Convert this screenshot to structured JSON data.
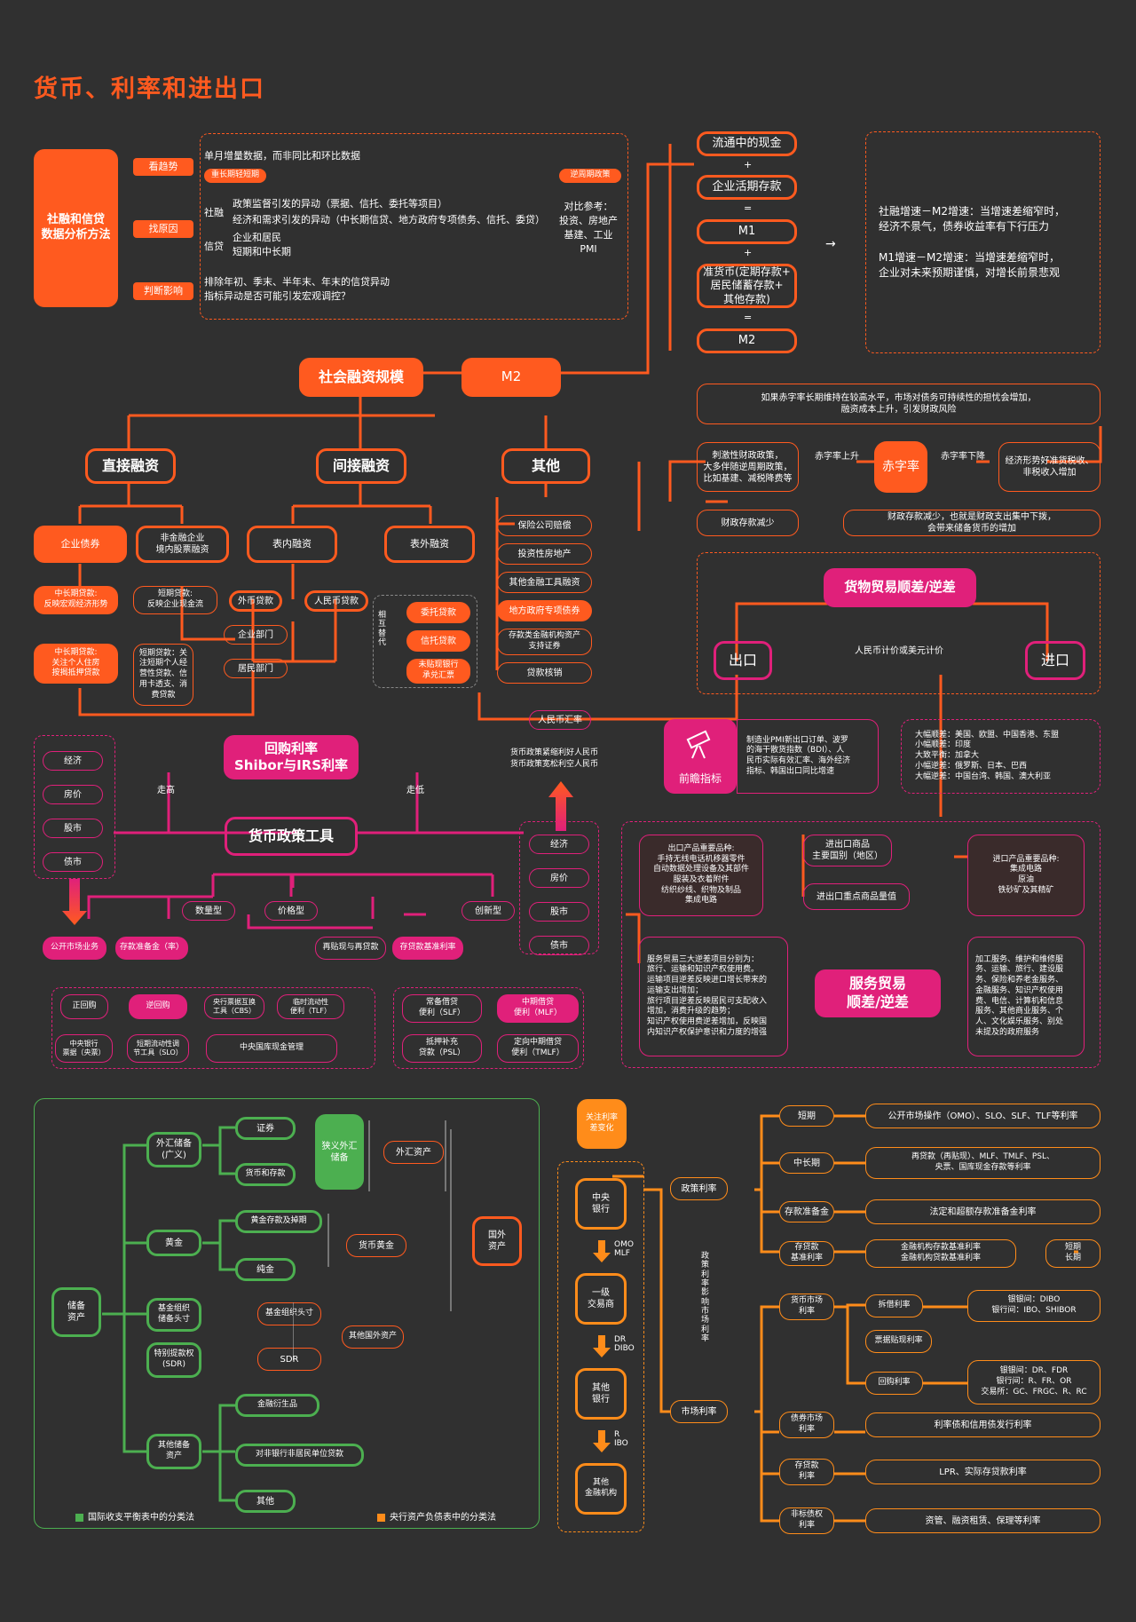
{
  "title": "货币、利率和进出口",
  "colors": {
    "orange": "#ff5a1f",
    "pink": "#e0207a",
    "green": "#4caf50",
    "amber": "#ff8c1a",
    "background": "#303030"
  },
  "credit": {
    "method": "社融和信贷\n数据分析方法",
    "trend": "看趋势",
    "cause": "找原因",
    "impact": "判断影响",
    "trend_text": "单月增量数据，而非同比和环比数据",
    "tag_long": "重长期轻短期",
    "tag_counter": "逆周期政策",
    "she_rong": "社融",
    "xin_dai": "信贷",
    "cause_text1": "政策监督引发的异动（票据、信托、委托等项目）",
    "cause_text2": "经济和需求引发的异动（中长期信贷、地方政府专项债务、信托、委贷）",
    "cause_text3": "企业和居民\n短期和中长期",
    "compare": "对比参考：\n投资、房地产\n基建、工业\nPMI",
    "impact_text": "排除年初、季末、半年末、年末的信贷异动\n指标异动是否可能引发宏观调控？"
  },
  "m2": {
    "cash": "流通中的现金",
    "plus1": "+",
    "demand": "企业活期存款",
    "eq1": "=",
    "m1": "M1",
    "plus2": "+",
    "quasi": "准货币(定期存款+\n居民储蓄存款+\n其他存款)",
    "eq2": "=",
    "m2": "M2",
    "arrow": "→",
    "note1": "社融增速－M2增速：当增速差缩窄时，\n经济不景气，债券收益率有下行压力",
    "note2": "M1增速－M2增速：当增速差缩窄时，\n企业对未来预期谨慎，对增长前景悲观"
  },
  "social": {
    "root": "社会融资规模",
    "m2node": "M2",
    "direct": "直接融资",
    "indirect": "间接融资",
    "other": "其他",
    "corp_bond": "企业债券",
    "equity": "非金融企业\n境内股票融资",
    "on_bs": "表内融资",
    "off_bs": "表外融资",
    "mid_long_a": "中长期贷款:\n反映宏观经济形势",
    "short_a": "短期贷款:\n反映企业现金流",
    "fx_loan": "外币贷款",
    "rmb_loan": "人民币贷款",
    "enterprise": "企业部门",
    "household": "居民部门",
    "mid_long_b": "中长期贷款:\n关注个人住房\n按揭抵押贷款",
    "short_b": "短期贷款：关\n注短期个人经\n营性贷款、信\n用卡透支、消\n费贷款",
    "mutual": "相互替代",
    "entrusted": "委托贷款",
    "trust": "信托贷款",
    "bill": "未贴现银行\n承兑汇票",
    "others": [
      "保险公司赔偿",
      "投资性房地产",
      "其他金融工具融资",
      "地方政府专项债券",
      "存款类金融机构资产\n支持证券",
      "贷款核销"
    ]
  },
  "deficit": {
    "top": "如果赤字率长期维持在较高水平，市场对债务可持续性的担忧会增加，\n融资成本上升，引发财政风险",
    "stim": "刺激性财政政策，\n大多伴随逆周期政策，\n比如基建、减税降费等",
    "rise": "赤字率上升",
    "center": "赤字率",
    "fall": "赤字率下降",
    "good": "经济形势好准货税收、\n非税收入增加",
    "fiscal_dep": "财政存款减少",
    "fiscal_note": "财政存款减少，也就是财政支出集中下拨，\n会带来储备货币的增加"
  },
  "trade": {
    "title": "货物贸易顺差/逆差",
    "export": "出口",
    "import": "进口",
    "pricing": "人民币计价或美元计价",
    "leading": "前瞻指标",
    "leading_text": "制造业PMI新出口订单、波罗\n的海干散货指数（BDI）、人\n民币实际有效汇率、海外经济\n指标、韩国出口同比增速",
    "partners": "大幅顺差：美国、欧盟、中国香港、东盟\n小幅顺差：印度\n大致平衡：加拿大\n小幅逆差：俄罗斯、日本、巴西\n大幅逆差：中国台湾、韩国、澳大利亚",
    "rmb_rate": "人民币汇率",
    "rmb_note": "货币政策紧缩利好人民币\n货币政策宽松利空人民币",
    "export_goods": "出口产品重要品种:\n手持无线电话机移器零件\n自动数据处理设备及其部件\n服装及衣着附件\n纺织纱线、织物及制品\n集成电路",
    "main_goods": "进出口商品\n主要国别（地区）",
    "key_value": "进出口重点商品量值",
    "import_goods": "进口产品重要品种:\n集成电路\n原油\n铁砂矿及其精矿",
    "service_note": "服务贸易三大逆差项目分别为：\n旅行、运输和知识产权使用费。\n运输项目逆差反映进口增长带来的\n运输支出增加；\n旅行项目逆差反映居民可支配收入\n增加，消费升级的趋势；\n知识产权使用费逆差增加，反映国\n内知识产权保护意识和力度的增强",
    "service": "服务贸易\n顺差/逆差",
    "service_items": "加工服务、维护和维修服\n务、运输、旅行、建设服\n务、保险和养老金服务、\n金融服务、知识产权使用\n费、电信、计算机和信息\n服务、其他商业服务、个\n人、文化娱乐服务、别处\n未提及的政府服务"
  },
  "policy": {
    "repo": "回购利率\nShibor与IRS利率",
    "tools": "货币政策工具",
    "left_items": [
      "经济",
      "房价",
      "股市",
      "债市"
    ],
    "right_items": [
      "经济",
      "房价",
      "股市",
      "债市"
    ],
    "walk_high": "走高",
    "walk_low": "走低",
    "quantity": "数量型",
    "price": "价格型",
    "innovative": "创新型",
    "omo": "公开市场业务",
    "rrr": "存款准备金（率）",
    "rediscount": "再贴现与再贷款",
    "benchmark": "存贷款基准利率",
    "left_box": [
      "正回购",
      "逆回购",
      "央行票据互换\n工具（CBS）",
      "临时流动性\n便利（TLF）",
      "中央银行\n票据（央票）",
      "短期流动性调\n节工具（SLO）",
      "中央国库现金管理"
    ],
    "right_box": [
      "常备借贷\n便利（SLF）",
      "中期借贷\n便利（MLF）",
      "抵押补充\n贷款（PSL）",
      "定向中期借贷\n便利（TMLF）"
    ]
  },
  "reserves": {
    "root": "储备\n资产",
    "fx": "外汇储备\n(广义)",
    "securities": "证券",
    "deposits": "货币和存款",
    "narrow": "狭义外汇\n储备",
    "fx_assets": "外汇资产",
    "gold": "黄金",
    "gold_dep": "黄金存款及掉期",
    "pure_gold": "纯金",
    "mon_gold": "货币黄金",
    "fund_pos": "基金组织\n储备头寸",
    "sdr_full": "特别提款权\n(SDR)",
    "fund_pos2": "基金组织头寸",
    "sdr": "SDR",
    "other_fx": "其他国外资产",
    "foreign": "国外\n资产",
    "other": "其他储备\n资产",
    "derivatives": "金融衍生品",
    "loans": "对非银行非居民单位贷款",
    "others": "其他",
    "legend_green": "国际收支平衡表中的分类法",
    "legend_orange": "央行资产负债表中的分类法"
  },
  "rates": {
    "focus": "关注利率\n差变化",
    "chain": [
      "中央\n银行",
      "一级\n交易商",
      "其他\n银行",
      "其他\n金融机构"
    ],
    "arrows": [
      "OMO\nMLF",
      "DR\nDIBO",
      "R\nIBO"
    ],
    "vertical": "政策利率影响市场利率",
    "policy_rate": "政策利率",
    "market_rate": "市场利率",
    "policy_items": [
      {
        "name": "短期",
        "desc": "公开市场操作（OMO）、SLO、SLF、TLF等利率"
      },
      {
        "name": "中长期",
        "desc": "再贷款（再贴现）、MLF、TMLF、PSL、\n央票、国库现金存款等利率"
      },
      {
        "name": "存款准备金",
        "desc": "法定和超额存款准备金利率"
      },
      {
        "name": "存贷款\n基准利率",
        "desc": "金融机构存款基准利率\n金融机构贷款基准利率"
      }
    ],
    "term": "短期\n长期",
    "money_market": "货币市场\n利率",
    "interbank": "拆借利率",
    "interbank_desc": "银银间：DIBO\n银行间：IBO、SHIBOR",
    "bill_rate": "票据贴现利率",
    "repo_rate": "回购利率",
    "repo_desc": "银银间：DR、FDR\n银行间：R、FR、OR\n交易所：GC、FRGC、R、RC",
    "bond_market": "债券市场\n利率",
    "bond_desc": "利率债和信用债发行利率",
    "deposit_loan": "存贷款\n利率",
    "dl_desc": "LPR、实际存贷款利率",
    "nonstd": "非标债权\n利率",
    "nonstd_desc": "资管、融资租赁、保理等利率"
  }
}
